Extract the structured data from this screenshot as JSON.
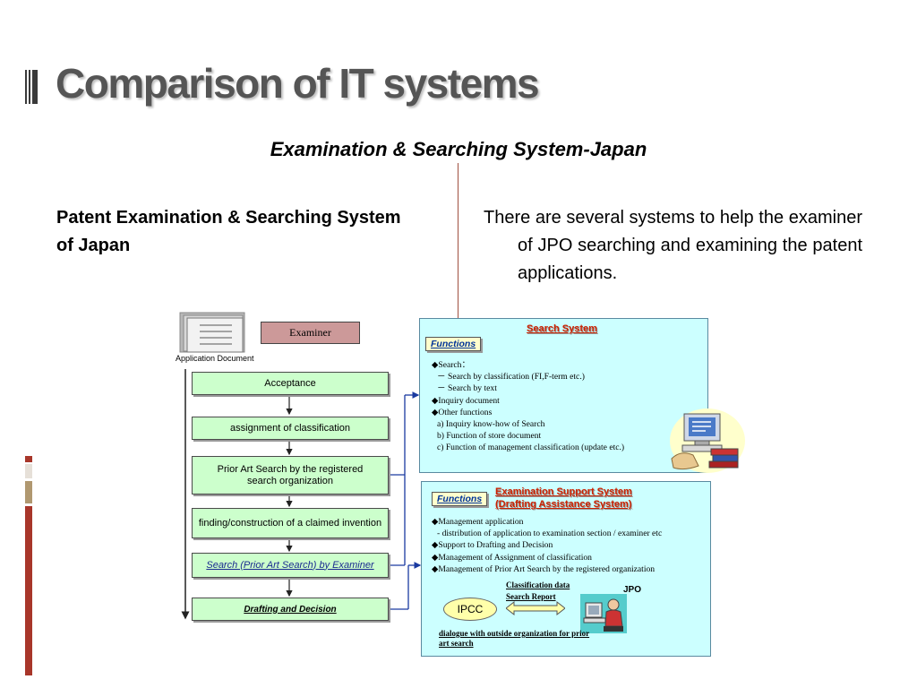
{
  "slide": {
    "title": "Comparison of IT systems",
    "subtitle": "Examination & Searching System-Japan",
    "left_heading": "Patent Examination & Searching System of Japan",
    "right_text": "There are several systems to help the examiner of JPO searching and examining the patent applications."
  },
  "colors": {
    "title": "#555555",
    "accent_bar": "#a8362a",
    "flow_box": "#ccffcc",
    "panel": "#ccffff",
    "panel_title": "#cc2200"
  },
  "diagram": {
    "application_document_label": "Application Document",
    "examiner_label": "Examiner",
    "flow_steps": [
      "Acceptance",
      "assignment of classification",
      "Prior Art Search by the registered search organization",
      "finding/construction of a claimed invention",
      "Search (Prior Art Search) by Examiner",
      "Drafting and Decision"
    ],
    "search_system": {
      "title": "Search System",
      "functions_label": "Functions",
      "items": [
        "◆Search：",
        "  － Search by classification (FI,F-term etc.)",
        "  － Search by text",
        "◆Inquiry document",
        "◆Other functions",
        "  a) Inquiry know-how of Search",
        "  b) Function of store document",
        "  c) Function of management classification (update etc.)"
      ]
    },
    "exam_support": {
      "title_line1": "Examination Support System",
      "title_line2": "(Drafting Assistance System)",
      "functions_label": "Functions",
      "items": [
        "◆Management application",
        "  - distribution of application to examination section / examiner etc",
        "◆Support to Drafting and  Decision",
        "◆Management of Assignment of classification",
        "◆Management of Prior Art Search by the registered organization"
      ],
      "classification_data": "Classification data",
      "search_report": "Search Report",
      "ipcc": "IPCC",
      "jpo": "JPO",
      "dialogue_note": "dialogue with outside organization for prior art search"
    }
  }
}
